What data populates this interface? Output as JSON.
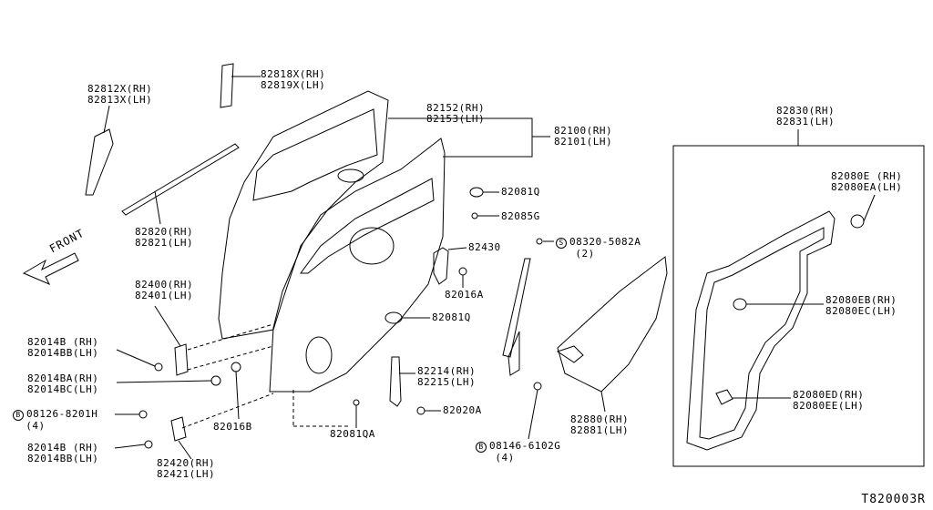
{
  "labels": {
    "p82818": [
      "82818X(RH)",
      "82819X(LH)"
    ],
    "p82812": [
      "82812X(RH)",
      "82813X(LH)"
    ],
    "p82152": [
      "82152(RH)",
      "82153(LH)"
    ],
    "p82100": [
      "82100(RH)",
      "82101(LH)"
    ],
    "p82830": [
      "82830(RH)",
      "82831(LH)"
    ],
    "p82080e": [
      "82080E (RH)",
      "82080EA(LH)"
    ],
    "p82081q_top": [
      "82081Q"
    ],
    "p82085g": [
      "82085G"
    ],
    "p82820": [
      "82820(RH)",
      "82821(LH)"
    ],
    "p08320": [
      "08320-5082A",
      "(2)"
    ],
    "p82430": [
      "82430"
    ],
    "p82016a": [
      "82016A"
    ],
    "p82400": [
      "82400(RH)",
      "82401(LH)"
    ],
    "p82081q_mid": [
      "82081Q"
    ],
    "p82080eb": [
      "82080EB(RH)",
      "82080EC(LH)"
    ],
    "p82014b_top": [
      "82014B (RH)",
      "82014BB(LH)"
    ],
    "p82014ba": [
      "82014BA(RH)",
      "82014BC(LH)"
    ],
    "p82214": [
      "82214(RH)",
      "82215(LH)"
    ],
    "p08126": [
      "08126-8201H",
      "(4)"
    ],
    "p82020a": [
      "82020A"
    ],
    "p82016b": [
      "82016B"
    ],
    "p82080ed": [
      "82080ED(RH)",
      "82080EE(LH)"
    ],
    "p82880": [
      "82880(RH)",
      "82881(LH)"
    ],
    "p82081qa": [
      "82081QA"
    ],
    "p82014b_bot": [
      "82014B (RH)",
      "82014BB(LH)"
    ],
    "p08146": [
      "08146-6102G",
      "(4)"
    ],
    "p82420": [
      "82420(RH)",
      "82421(LH)"
    ]
  },
  "bolt_prefix": "B",
  "screw_prefix": "S",
  "front_label": "FRONT",
  "diagram_code": "T820003R"
}
